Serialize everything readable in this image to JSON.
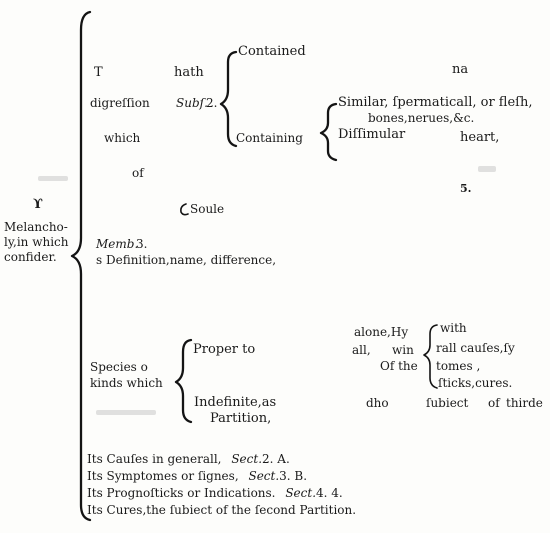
{
  "left": {
    "glyph": "ϒ",
    "lines": [
      "Melancho-",
      "ly,in which",
      "confider."
    ]
  },
  "rows": {
    "r1_a": "T",
    "r1_b": "hath",
    "r1_c": "na",
    "contained": "Contained",
    "digression": "digreſſion",
    "subs": "Subſ.",
    "subs_num": "2.",
    "which": "which",
    "containing": "Containing",
    "similar": "Similar, ſpermaticall, or fleſh,",
    "bones": "bones,nerues,&c.",
    "dissimular": "Diſſimular",
    "heart": "heart,",
    "of": "of",
    "five": "5.",
    "soule": "Soule",
    "memb": "Memb.",
    "memb_num": "3.",
    "definition": "s Definition,name, difference,"
  },
  "species": {
    "species_l1": "Species o",
    "species_l2": "kinds which",
    "proper": "Proper to",
    "alone": "alone,Hy",
    "all": "all,",
    "win": "win",
    "with": "with",
    "rall": "rall cauſes,ſy",
    "of_the": "Of the",
    "tomes": "tomes ,",
    "sticks": "ſticks,cures.",
    "indefinite": "Indefinite,as",
    "partition": "Partition,",
    "dho": "dho",
    "subiect": "ſubiect",
    "of_w": "of",
    "thirde": "thirde"
  },
  "bottom": {
    "causes": "Its Cauſes  in generall,",
    "causes_ref": "Sect.",
    "causes_num": "2.  A.",
    "symptomes": "Its Symptomes or ſignes,",
    "symptomes_ref": "Sect.",
    "symptomes_num": "3.  B.",
    "prognosticks": "Its Prognoſticks or Indications.",
    "prognosticks_ref": "Sect.",
    "prognosticks_num": "4.  4.",
    "cures": "Its  Cures,the ſubiect of the ſecond Partition."
  }
}
